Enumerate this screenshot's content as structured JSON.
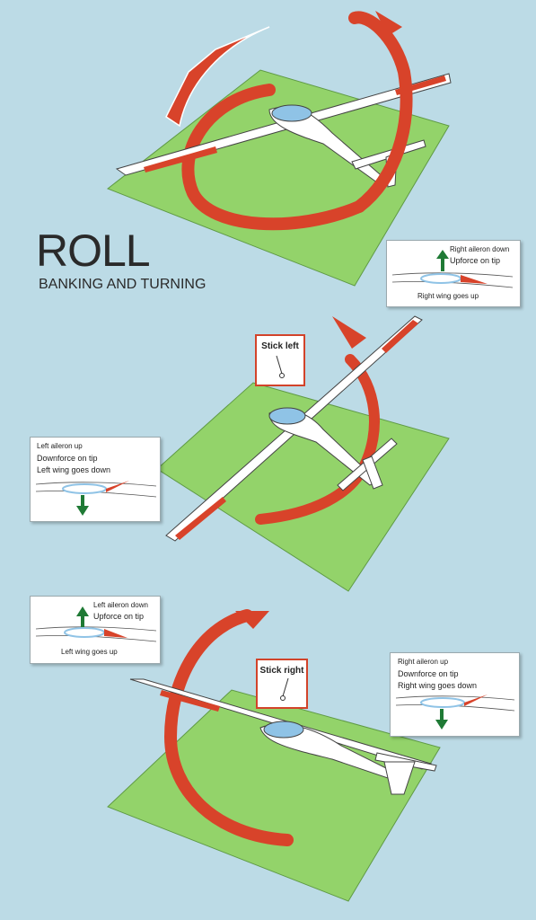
{
  "title": "ROLL",
  "subtitle": "BANKING AND TURNING",
  "colors": {
    "background": "#bcdbe6",
    "ground": "#93d36a",
    "arrow": "#d8432a",
    "up_arrow": "#1f7a35",
    "canopy": "#8fc3e6"
  },
  "callouts": {
    "right_up": {
      "line1": "Right aileron down",
      "line2": "Upforce on tip",
      "line3": "Right wing goes up"
    },
    "left_down": {
      "line1": "Left aileron up",
      "line2": "Downforce on tip",
      "line3": "Left wing goes down"
    },
    "left_up": {
      "line1": "Left aileron down",
      "line2": "Upforce on tip",
      "line3": "Left wing goes up"
    },
    "right_down": {
      "line1": "Right aileron up",
      "line2": "Downforce on tip",
      "line3": "Right wing goes down"
    }
  },
  "sticks": {
    "left": "Stick left",
    "right": "Stick right"
  }
}
